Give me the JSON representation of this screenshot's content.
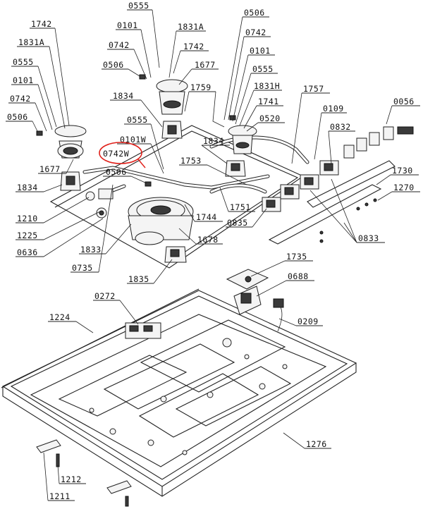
{
  "highlight_color": "#e0201a",
  "highlighted_part": "0742W",
  "part_labels": {
    "p0555_top": "0555",
    "p0101_top": "0101",
    "p1831A_top": "1831A",
    "p0742_top": "0742",
    "p1742_top": "1742",
    "p0506_top": "0506",
    "p1677_top": "1677",
    "p1742_left": "1742",
    "p1831A_left": "1831A",
    "p0555_left": "0555",
    "p0101_left": "0101",
    "p0742_left": "0742",
    "p0506_left": "0506",
    "p1834_mid": "1834",
    "p0555_mid": "0555",
    "p0101W": "0101W",
    "p0742W": "0742W",
    "p0506_mid": "0506",
    "p1753": "1753",
    "p1834_center": "1834",
    "p1677_left": "1677",
    "p1834_left": "1834",
    "p1210": "1210",
    "p1225": "1225",
    "p0636": "0636",
    "p1833": "1833",
    "p0735": "0735",
    "p1835": "1835",
    "p1678": "1678",
    "p1744": "1744",
    "p1751": "1751",
    "p0835": "0835",
    "p1759": "1759",
    "p0506_right": "0506",
    "p0742_right": "0742",
    "p0101_right": "0101",
    "p0555_right": "0555",
    "p1831H": "1831H",
    "p1741": "1741",
    "p0520": "0520",
    "p1757": "1757",
    "p0109": "0109",
    "p0832": "0832",
    "p0056": "0056",
    "p1730": "1730",
    "p1270": "1270",
    "p0833": "0833",
    "p1735": "1735",
    "p0688": "0688",
    "p0209": "0209",
    "p0272": "0272",
    "p1224": "1224",
    "p1276": "1276",
    "p1212": "1212",
    "p1211": "1211"
  }
}
